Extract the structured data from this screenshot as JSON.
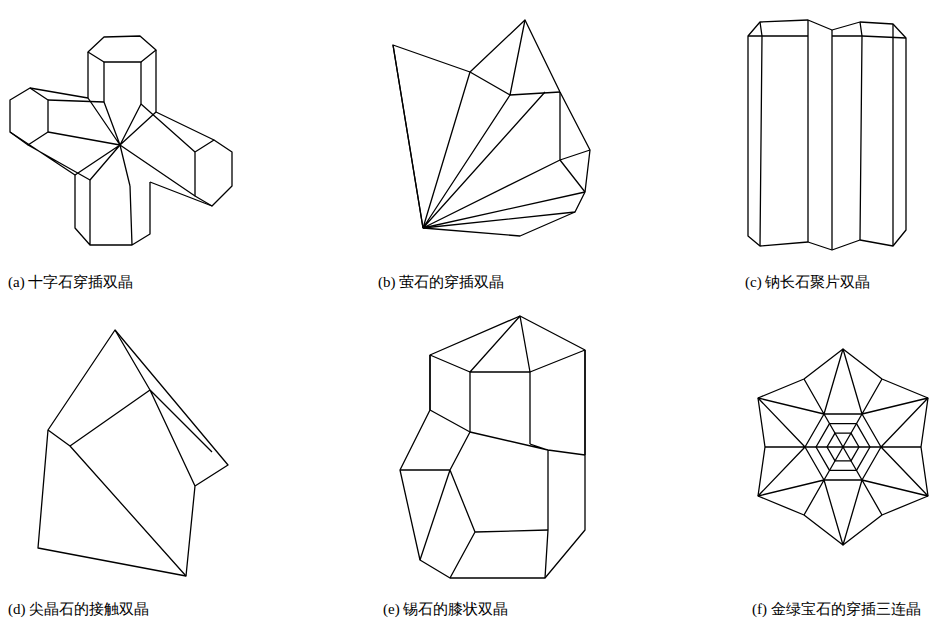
{
  "diagram": {
    "labels": [
      "(a) 十字石穿插双晶",
      "(b) 萤石的穿插双晶",
      "(c) 钠长石聚片双晶",
      "(d) 尖晶石的接触双晶",
      "(e) 锡石的膝状双晶",
      "(f) 金绿宝石的穿插三连晶"
    ]
  }
}
